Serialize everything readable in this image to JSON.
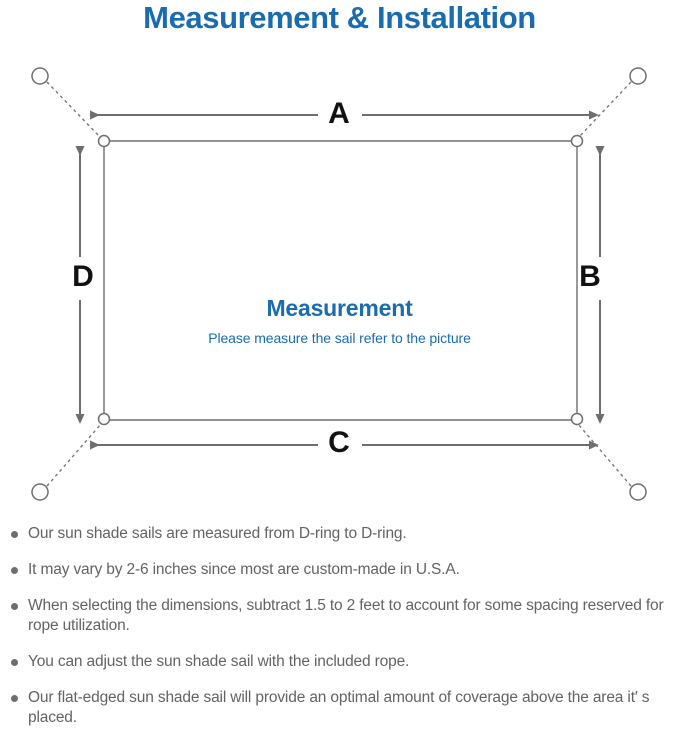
{
  "title": "Measurement & Installation",
  "diagram": {
    "sail": {
      "heading": "Measurement",
      "subheading": "Please measure the sail refer to the picture"
    },
    "dimensions": {
      "top": "A",
      "right": "B",
      "bottom": "C",
      "left": "D"
    },
    "colors": {
      "accent_blue": "#1a6cb0",
      "line_gray": "#6e6e6e",
      "text_gray": "#636363"
    },
    "parts": {
      "anchor_point": "anchor-circle",
      "rope": "dotted-rope-line",
      "d_ring": "d-ring",
      "sail_panel": "shade-sail-panel",
      "dimension_arrow": "double-headed-arrow"
    }
  },
  "notes": [
    "Our sun shade sails are measured from D-ring to D-ring.",
    "It may vary by 2-6 inches since most are custom-made in U.S.A.",
    "When selecting the dimensions, subtract 1.5 to 2 feet to account for some spacing reserved for rope utilization.",
    "You can adjust the sun shade sail with the included rope.",
    "Our flat-edged sun shade sail will provide an optimal amount of coverage above the area it′ s placed."
  ]
}
